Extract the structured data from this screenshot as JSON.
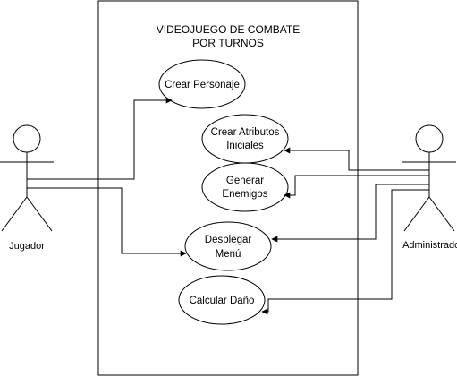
{
  "system": {
    "title_line1": "VIDEOJUEGO DE COMBATE",
    "title_line2": "POR TURNOS"
  },
  "actors": {
    "left_label": "Jugador",
    "right_label": "Administrador"
  },
  "use_cases": {
    "crear_personaje": "Crear Personaje",
    "crear_atributos_line1": "Crear Atributos",
    "crear_atributos_line2": "Iniciales",
    "generar_enemigos_line1": "Generar",
    "generar_enemigos_line2": "Enemigos",
    "desplegar_menu_line1": "Desplegar",
    "desplegar_menu_line2": "Menú",
    "calcular_dano": "Calcular Daño"
  },
  "colors": {
    "stroke": "#000000",
    "background": "#ffffff"
  }
}
